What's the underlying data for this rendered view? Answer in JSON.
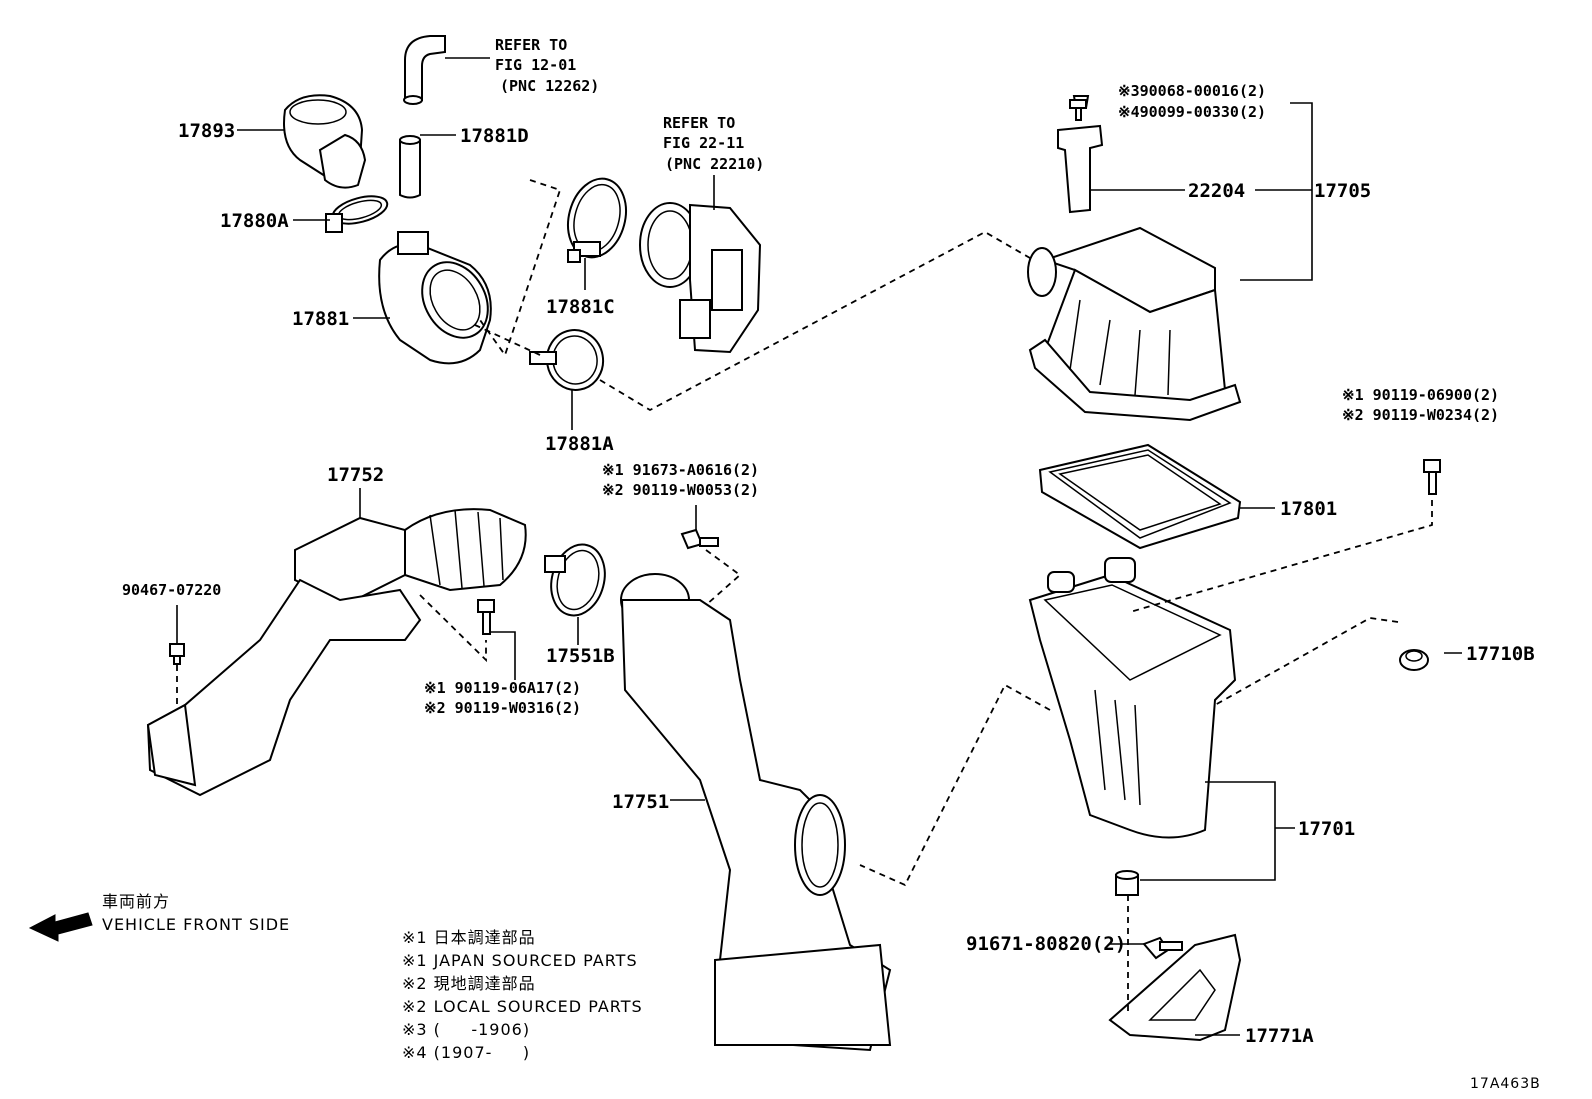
{
  "refer_fig_12": {
    "line1": "REFER TO",
    "line2": "FIG 12-01",
    "line3": "(PNC 12262)"
  },
  "refer_fig_22": {
    "line1": "REFER TO",
    "line2": "FIG 22-11",
    "line3": "(PNC 22210)"
  },
  "parts": {
    "p17893": "17893",
    "p17881D": "17881D",
    "p17880A": "17880A",
    "p17881": "17881",
    "p17881C": "17881C",
    "p17881A": "17881A",
    "p22204": "22204",
    "p17705": "17705",
    "p17801": "17801",
    "p17752": "17752",
    "p17551B": "17551B",
    "p17751": "17751",
    "p17710B": "17710B",
    "p17701": "17701",
    "p17771A": "17771A",
    "p90467": "90467-07220",
    "p91671": "91671-80820(2)"
  },
  "bolt_labels": {
    "b390068": "※390068-00016(2)",
    "b490099": "※490099-00330(2)",
    "b90119_06900": "※1 90119-06900(2)",
    "b90119_W0234": "※2 90119-W0234(2)",
    "b91673": "※1 91673-A0616(2)",
    "b90119_W0053": "※2 90119-W0053(2)",
    "b90119_06A17": "※1 90119-06A17(2)",
    "b90119_W0316": "※2 90119-W0316(2)"
  },
  "direction": {
    "jp": "車両前方",
    "en": "VEHICLE FRONT SIDE"
  },
  "notes": [
    "※1 日本調達部品",
    "※1 JAPAN SOURCED PARTS",
    "※2 現地調達部品",
    "※2 LOCAL SOURCED PARTS",
    "※3 (     -1906)",
    "※4 (1907-     )"
  ],
  "figure_code": "17A463B"
}
